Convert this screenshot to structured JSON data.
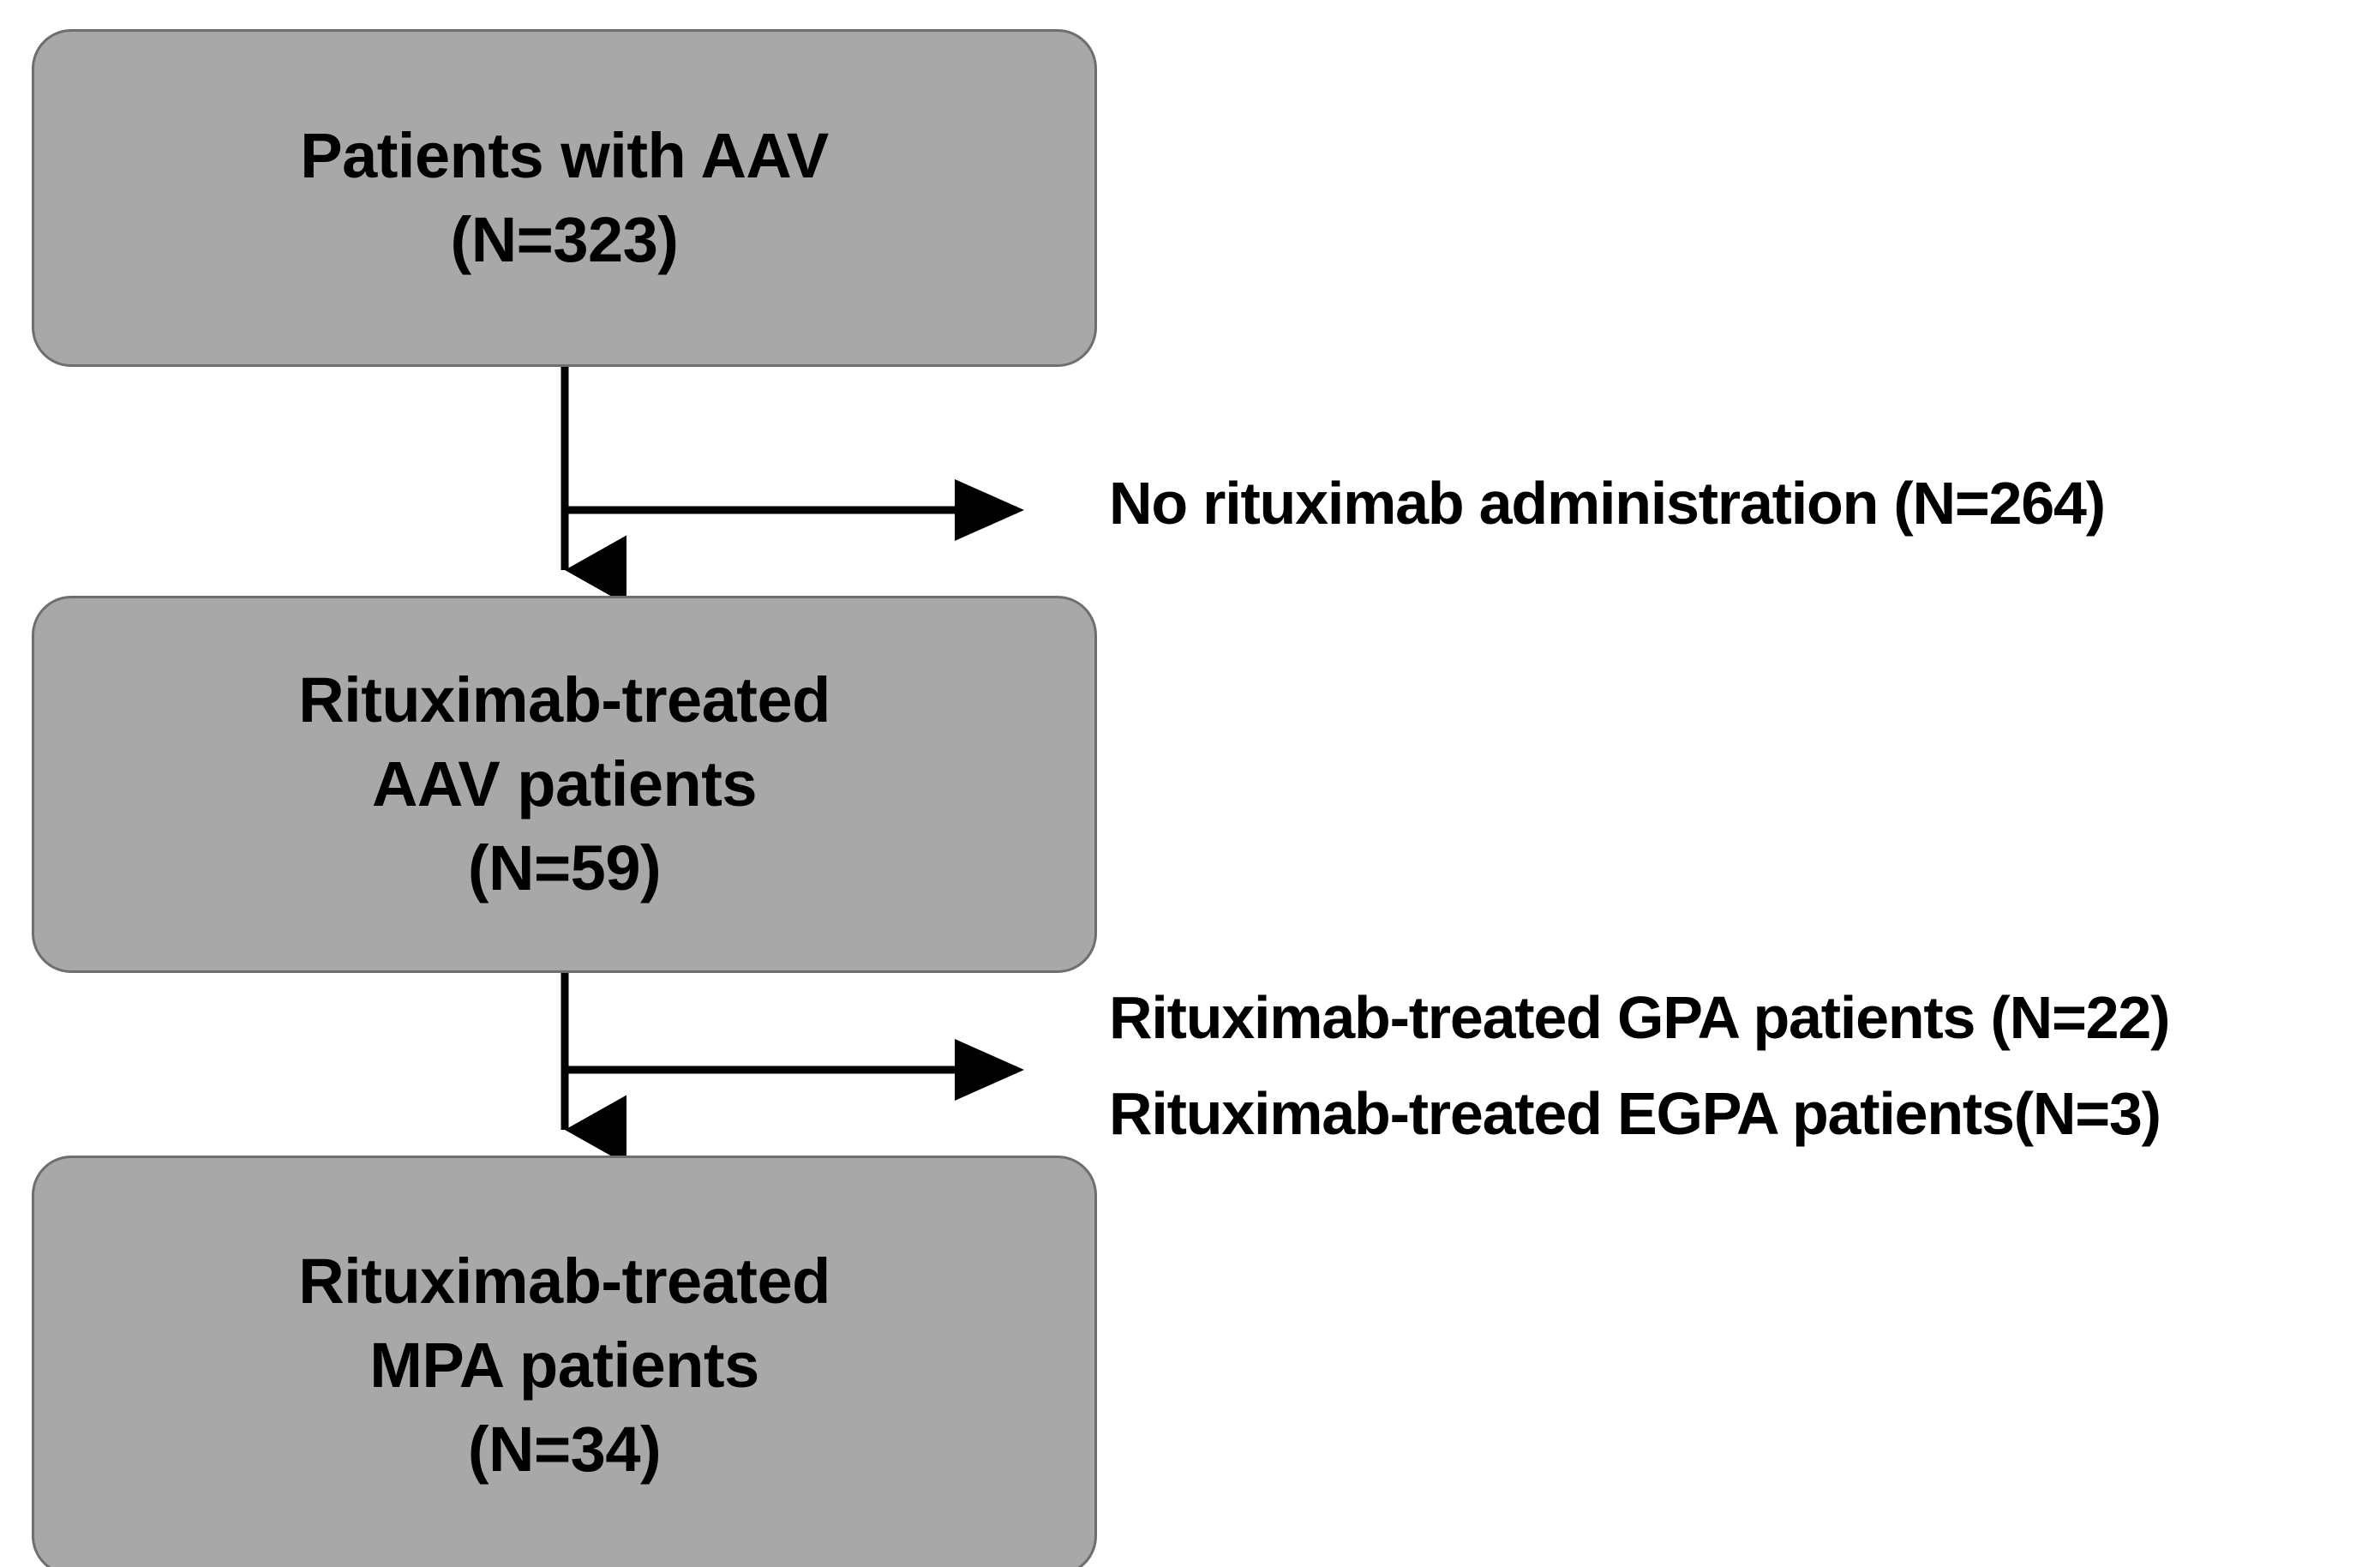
{
  "figure": {
    "type": "patient-selection-flowchart",
    "colors": {
      "box_fill": "#a8a8a8",
      "box_border": "#6e6e6e",
      "text": "#000000",
      "background": "#ffffff",
      "connector": "#000000"
    }
  },
  "boxes": [
    {
      "id": "aav",
      "lines": [
        "Patients with AAV",
        "(N=323)"
      ],
      "label": "Patients with AAV",
      "count": 323
    },
    {
      "id": "rituximab_treated_aav",
      "lines": [
        "Rituximab-treated",
        "AAV patients",
        "(N=59)"
      ],
      "label": "Rituximab-treated AAV patients",
      "count": 59
    },
    {
      "id": "rituximab_treated_mpa",
      "lines": [
        "Rituximab-treated",
        "MPA patients",
        "(N=34)"
      ],
      "label": "Rituximab-treated MPA patients",
      "count": 34
    }
  ],
  "exclusions": [
    {
      "id": "no_rituximab",
      "text": "No rituximab administration (N=264)",
      "count": 264,
      "from": "aav"
    },
    {
      "id": "rituximab_treated_gpa",
      "text": "Rituximab-treated GPA patients (N=22)",
      "count": 22,
      "from": "rituximab_treated_aav"
    },
    {
      "id": "rituximab_treated_egpa",
      "text": "Rituximab-treated EGPA patients(N=3)",
      "count": 3,
      "from": "rituximab_treated_aav"
    }
  ],
  "connectors": [
    {
      "id": "aav-to-rtxaav",
      "kind": "vertical-arrow-with-branch",
      "from": "aav",
      "to": "rituximab_treated_aav",
      "branch_label": "no_rituximab"
    },
    {
      "id": "rtxaav-to-rtxmpa",
      "kind": "vertical-arrow-with-branch",
      "from": "rituximab_treated_aav",
      "to": "rituximab_treated_mpa",
      "branch_label": "rituximab_treated_gpa"
    }
  ]
}
